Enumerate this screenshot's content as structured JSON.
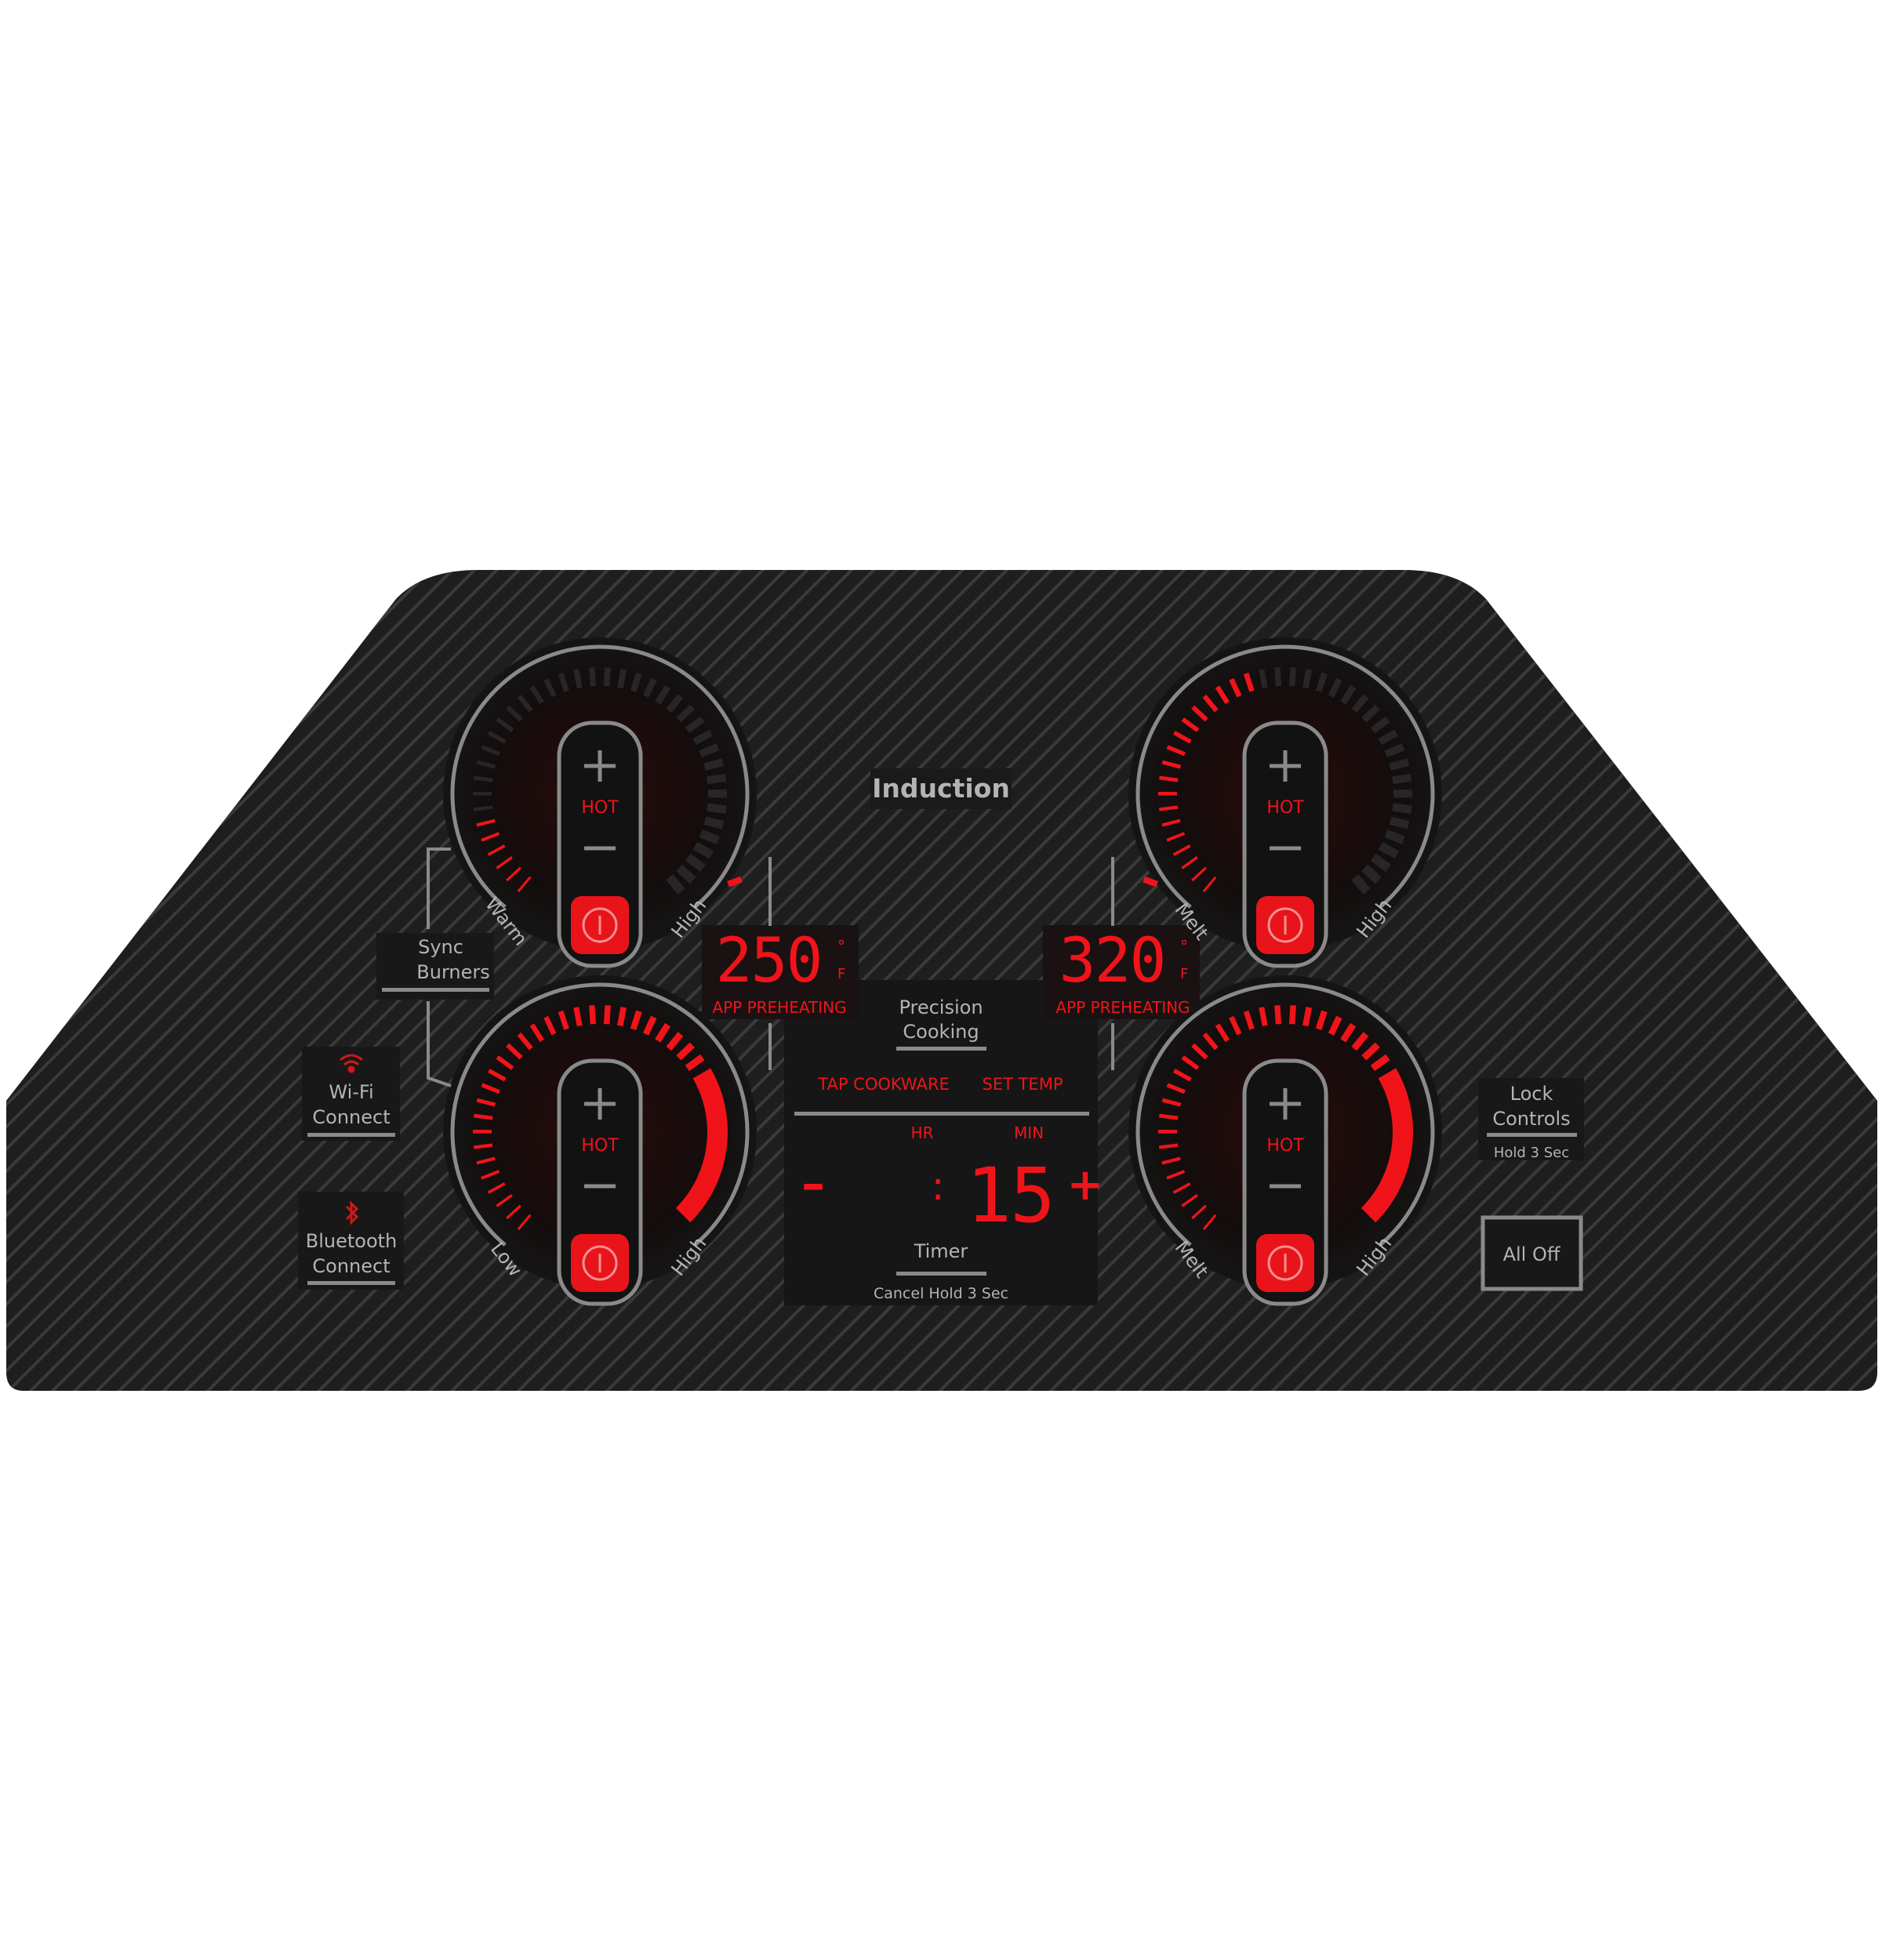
{
  "panel": {
    "title": "Induction"
  },
  "colors": {
    "accent": "#f0141a",
    "panel": "#1e1e1e",
    "stripe": "#383838",
    "label": "#b4b4b4"
  },
  "burners": [
    {
      "position": "left-rear",
      "min_label": "Warm",
      "max_label": "High",
      "hot_label": "HOT",
      "level": 0.13,
      "indicator": true
    },
    {
      "position": "right-rear",
      "min_label": "Melt",
      "max_label": "High",
      "hot_label": "HOT",
      "level": 0.46,
      "indicator": true
    },
    {
      "position": "left-front",
      "min_label": "Low",
      "max_label": "High",
      "hot_label": "HOT",
      "level": 1.0,
      "indicator": false
    },
    {
      "position": "right-front",
      "min_label": "Melt",
      "max_label": "High",
      "hot_label": "HOT",
      "level": 1.0,
      "indicator": false
    }
  ],
  "temps": [
    {
      "value": "250",
      "unit_deg": "°",
      "unit": "F",
      "status": "APP PREHEATING"
    },
    {
      "value": "320",
      "unit_deg": "°",
      "unit": "F",
      "status": "APP PREHEATING"
    }
  ],
  "precision": {
    "label_line1": "Precision",
    "label_line2": "Cooking",
    "tap_cookware": "TAP COOKWARE",
    "set_temp": "SET TEMP"
  },
  "timer": {
    "hr_label": "HR",
    "min_label": "MIN",
    "minus": "–",
    "colon": ":",
    "minutes": "15",
    "plus": "+",
    "label": "Timer",
    "cancel": "Cancel Hold 3 Sec"
  },
  "sync": {
    "line1": "Sync",
    "line2": "Burners"
  },
  "wifi": {
    "icon": "wifi-icon",
    "line1": "Wi-Fi",
    "line2": "Connect"
  },
  "bluetooth": {
    "icon": "bluetooth-icon",
    "line1": "Bluetooth",
    "line2": "Connect"
  },
  "lock": {
    "line1": "Lock",
    "line2": "Controls",
    "hint": "Hold 3 Sec"
  },
  "all_off": {
    "label": "All Off"
  }
}
